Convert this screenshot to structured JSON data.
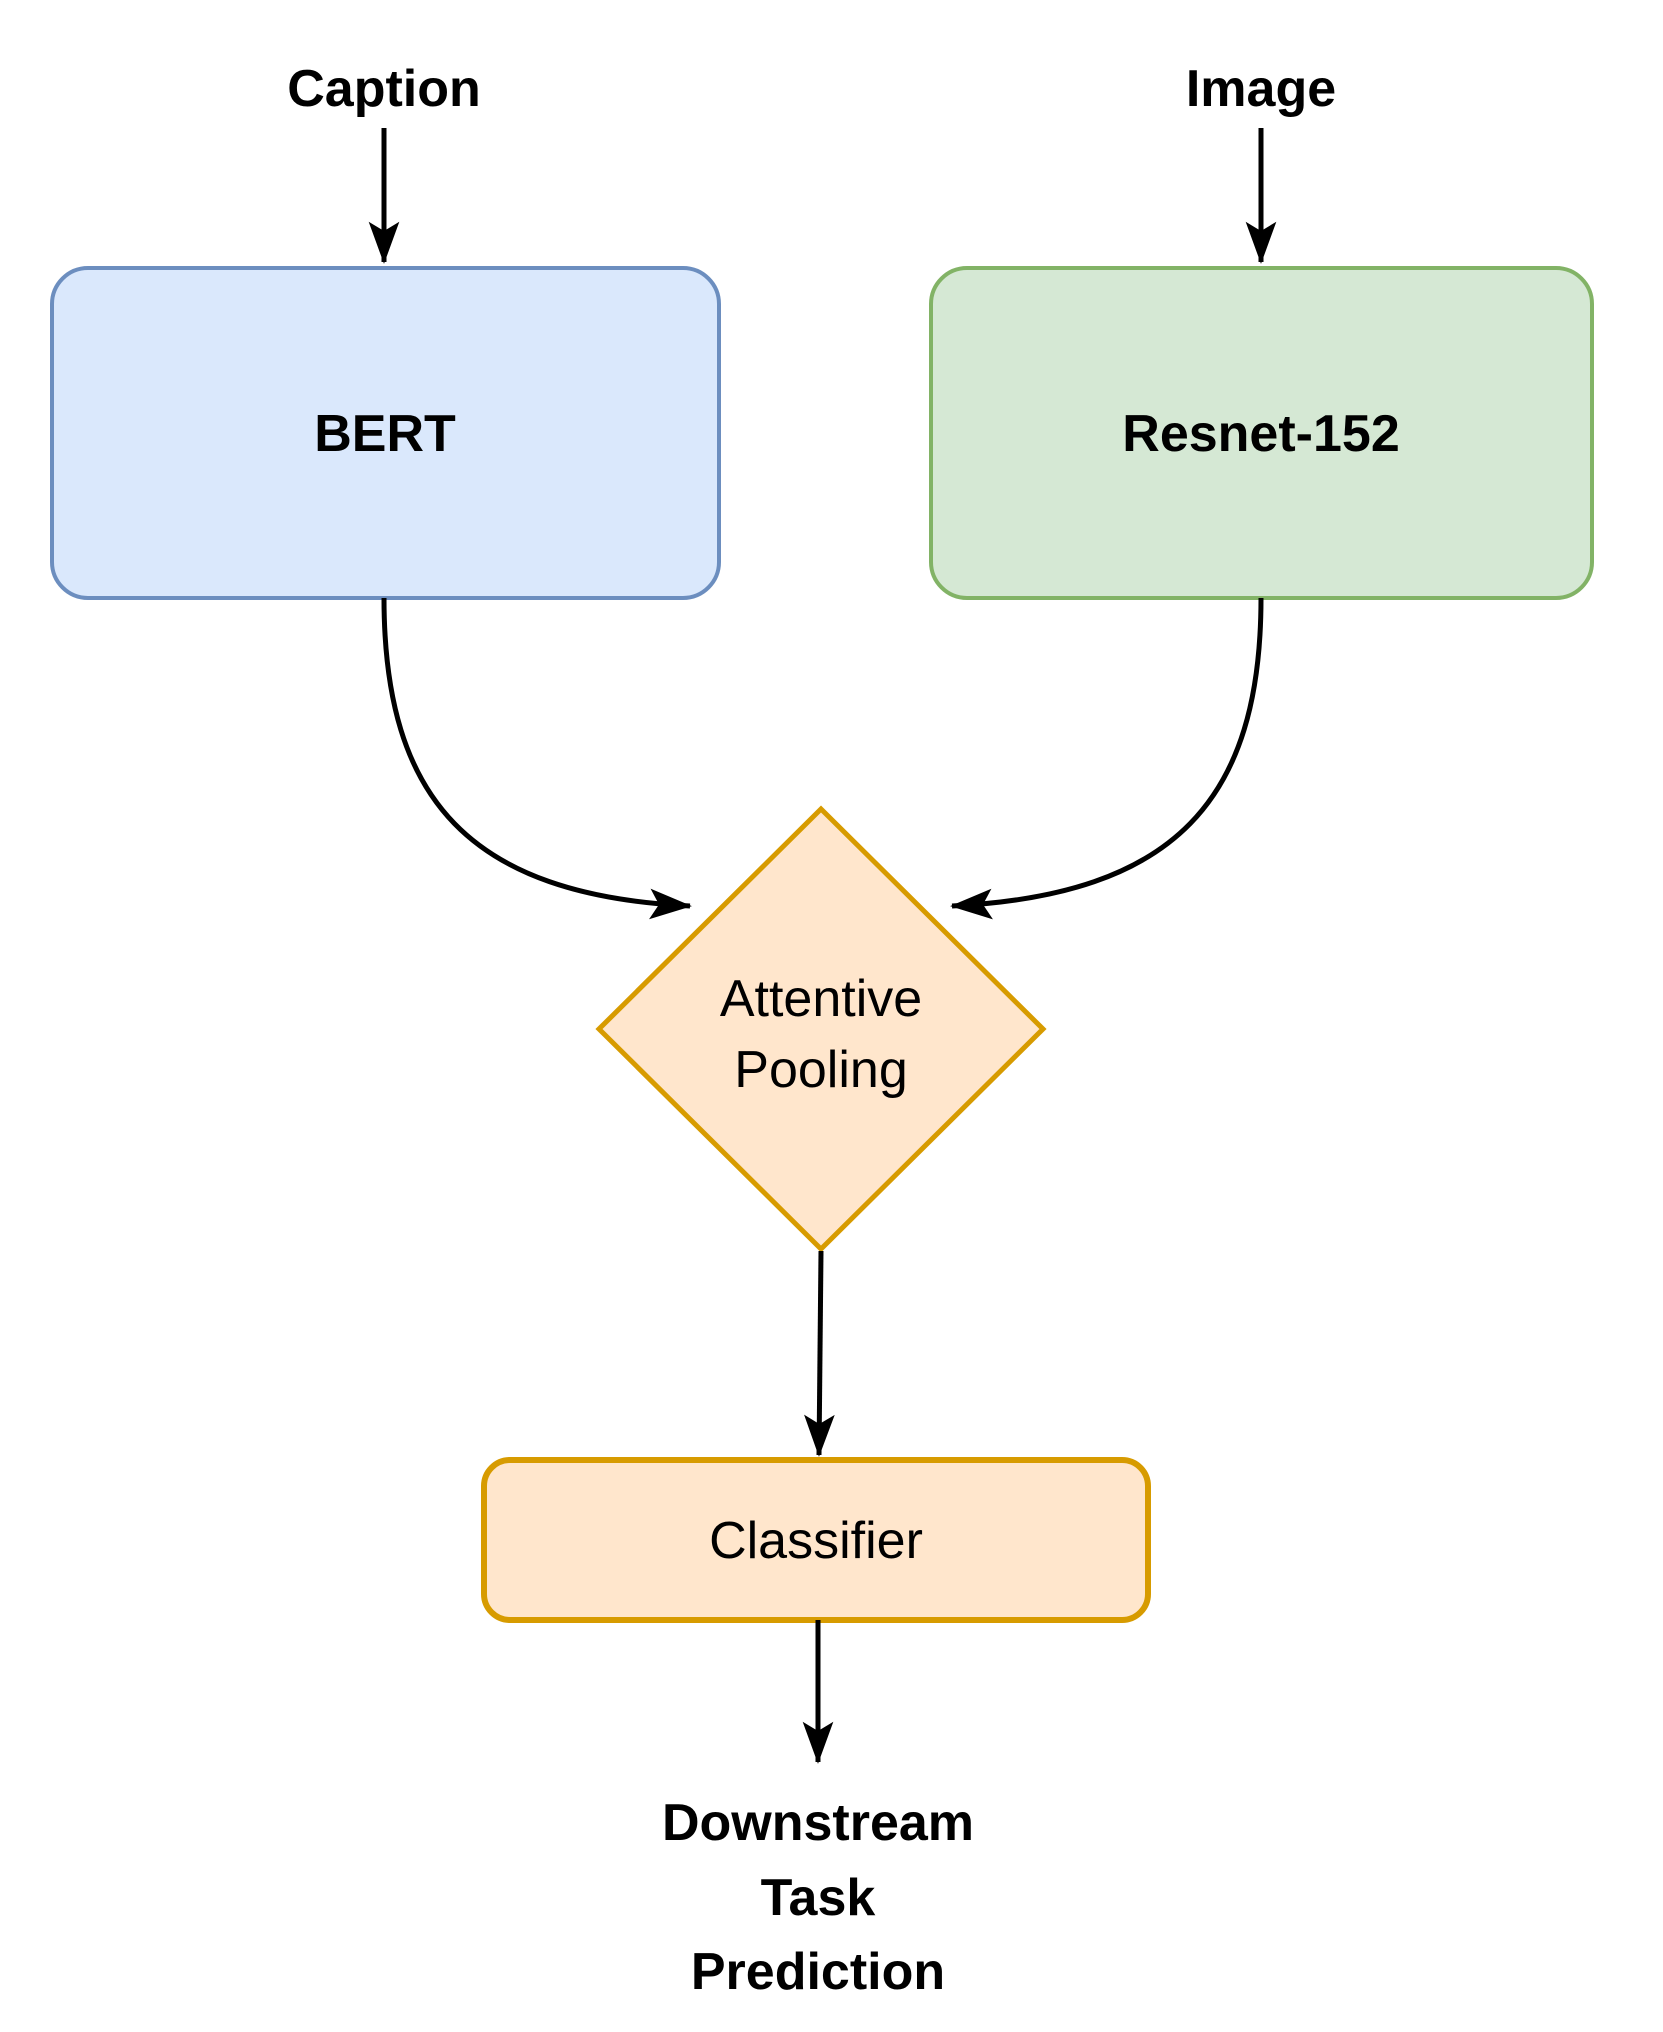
{
  "diagram_type": "flowchart",
  "background_color": "#ffffff",
  "text_color": "#000000",
  "edge_color": "#000000",
  "nodes": {
    "caption": {
      "label": "Caption",
      "shape": "text-label"
    },
    "image": {
      "label": "Image",
      "shape": "text-label"
    },
    "bert": {
      "label": "BERT",
      "shape": "rounded-rect",
      "fill": "#DAE8FC",
      "stroke": "#6C8EBF"
    },
    "resnet": {
      "label": "Resnet-152",
      "shape": "rounded-rect",
      "fill": "#D5E8D4",
      "stroke": "#82B366"
    },
    "attentive_pooling": {
      "label": "Attentive Pooling",
      "line1": "Attentive",
      "line2": "Pooling",
      "shape": "diamond",
      "fill": "#FFE6CC",
      "stroke": "#D79B00"
    },
    "classifier": {
      "label": "Classifier",
      "shape": "rounded-rect",
      "fill": "#FFE6CC",
      "stroke": "#D79B00"
    },
    "prediction": {
      "label": "Downstream Task Prediction",
      "line1": "Downstream",
      "line2": "Task",
      "line3": "Prediction",
      "shape": "text-label"
    }
  },
  "edges": [
    {
      "from": "caption",
      "to": "bert",
      "style": "straight-arrow"
    },
    {
      "from": "image",
      "to": "resnet",
      "style": "straight-arrow"
    },
    {
      "from": "bert",
      "to": "attentive_pooling",
      "style": "curved-arrow"
    },
    {
      "from": "resnet",
      "to": "attentive_pooling",
      "style": "curved-arrow"
    },
    {
      "from": "attentive_pooling",
      "to": "classifier",
      "style": "straight-arrow"
    },
    {
      "from": "classifier",
      "to": "prediction",
      "style": "straight-arrow"
    }
  ]
}
